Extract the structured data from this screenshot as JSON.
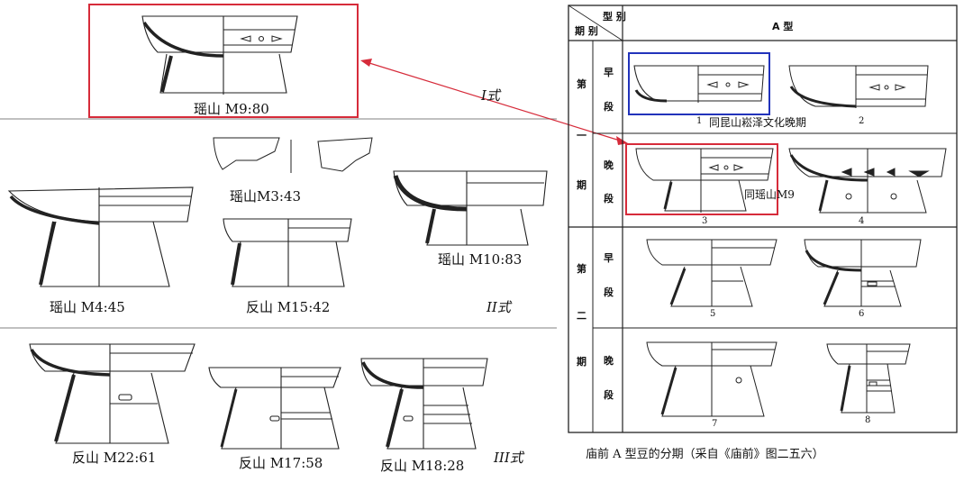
{
  "left": {
    "type_I": {
      "label": "I式",
      "vessels": [
        {
          "caption": "瑶山 M9:80"
        }
      ]
    },
    "type_II": {
      "label": "II式",
      "vessels": [
        {
          "caption": "瑶山M3:43"
        },
        {
          "caption": "瑶山 M4:45"
        },
        {
          "caption": "反山 M15:42"
        },
        {
          "caption": "瑶山 M10:83"
        }
      ]
    },
    "type_III": {
      "label": "III式",
      "vessels": [
        {
          "caption": "反山 M22:61"
        },
        {
          "caption": "反山 M17:58"
        },
        {
          "caption": "反山 M18:28"
        }
      ]
    }
  },
  "table": {
    "corner_type": "型 别",
    "corner_period": "期 别",
    "column_header": "A 型",
    "periods": [
      {
        "name": "第一期",
        "chars": [
          "第",
          "一",
          "期"
        ],
        "phases": [
          {
            "name_chars": [
              "早",
              "段"
            ],
            "numbers": [
              "1",
              "2"
            ],
            "note": "同昆山崧泽文化晚期"
          },
          {
            "name_chars": [
              "晚",
              "段"
            ],
            "numbers": [
              "3",
              "4"
            ],
            "note": "同瑶山M9"
          }
        ]
      },
      {
        "name": "第二期",
        "chars": [
          "第",
          "二",
          "期"
        ],
        "phases": [
          {
            "name_chars": [
              "早",
              "段"
            ],
            "numbers": [
              "5",
              "6"
            ],
            "note": ""
          },
          {
            "name_chars": [
              "晚",
              "段"
            ],
            "numbers": [
              "7",
              "8"
            ],
            "note": ""
          }
        ]
      }
    ],
    "caption": "庙前 A 型豆的分期（采自《庙前》图二五六）"
  },
  "colors": {
    "highlight_red": "#d62b3a",
    "highlight_blue": "#2233bb",
    "line_gray": "#9a9a9a",
    "ink": "#222222"
  }
}
